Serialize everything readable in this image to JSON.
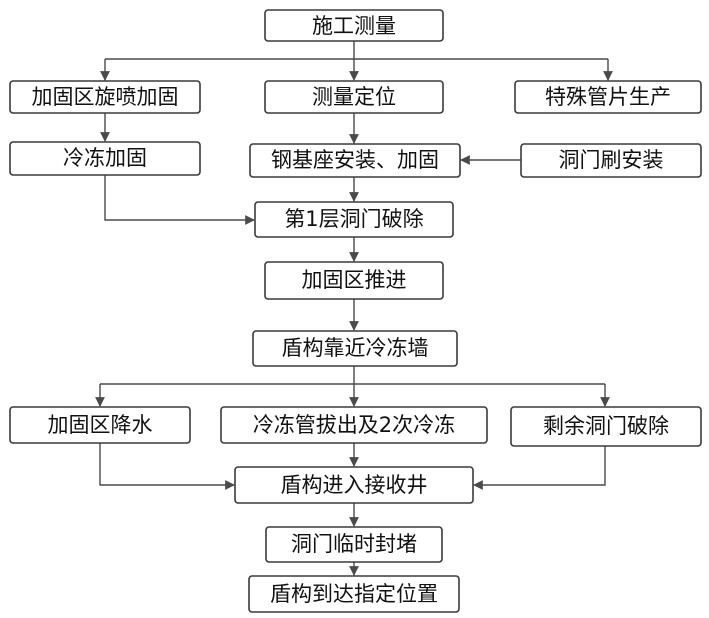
{
  "nodes": {
    "survey": "施工测量",
    "zone_jet_grout": "加固区旋喷加固",
    "position": "测量定位",
    "special_segment": "特殊管片生产",
    "freeze_reinforce": "冷冻加固",
    "steel_base": "钢基座安装、加固",
    "portal_brush": "洞门刷安装",
    "portal_break_1": "第1层洞门破除",
    "zone_advance": "加固区推进",
    "shield_near_wall": "盾构靠近冷冻墙",
    "zone_dewater": "加固区降水",
    "pipe_pull_refreeze": "冷冻管拔出及2次冷冻",
    "remaining_break": "剩余洞门破除",
    "shield_enter_shaft": "盾构进入接收井",
    "portal_seal": "洞门临时封堵",
    "shield_arrive": "盾构到达指定位置"
  }
}
